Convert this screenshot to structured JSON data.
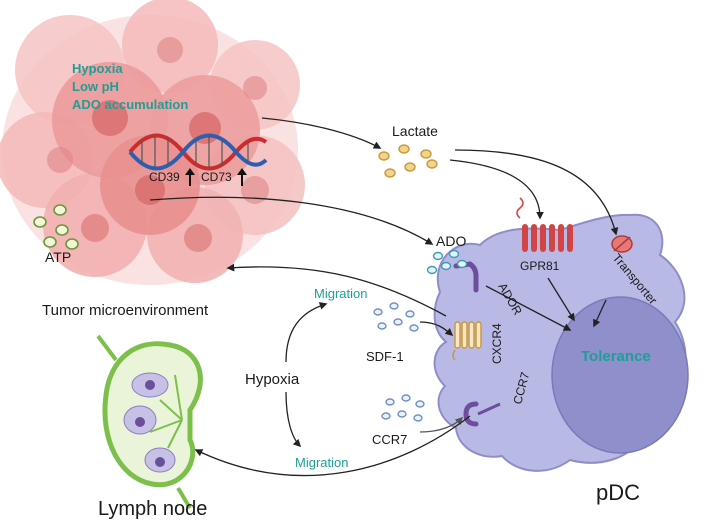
{
  "tumor": {
    "conditions": [
      "Hypoxia",
      "Low pH",
      "ADO accumulation"
    ],
    "gene_1": "CD39",
    "gene_2": "CD73",
    "atp": "ATP",
    "label": "Tumor microenvironment"
  },
  "metabolites": {
    "lactate": "Lactate",
    "ado": "ADO",
    "sdf1": "SDF-1",
    "ccr7_ligand": "CCR7"
  },
  "receptors": {
    "gpr81": "GPR81",
    "transporter": "Transporter",
    "ador": "ADOR",
    "cxcr4": "CXCR4",
    "ccr7": "CCR7"
  },
  "center": {
    "hypoxia": "Hypoxia",
    "migration_up": "Migration",
    "migration_down": "Migration"
  },
  "cell": {
    "tolerance": "Tolerance",
    "name": "pDC"
  },
  "lymph_node": {
    "label": "Lymph node"
  },
  "colors": {
    "teal": "#1f9e96",
    "tumor": "#e88f8f",
    "pdc": "#b9b9e6",
    "nucleus": "#8f8fcc",
    "receptor_red": "#d24545",
    "receptor_purple": "#6d4d9c",
    "lymph_green": "#7cbf4a"
  }
}
